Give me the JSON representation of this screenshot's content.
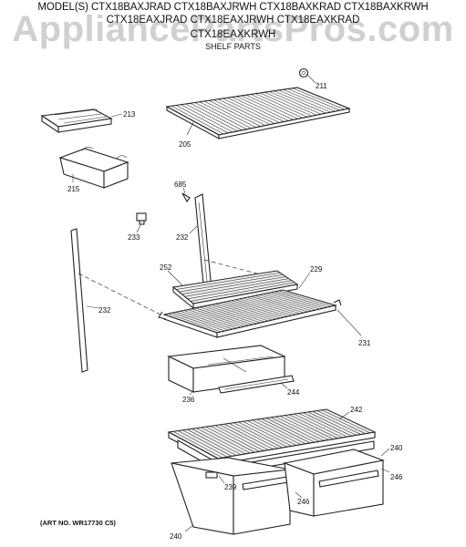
{
  "header": {
    "line1": "MODEL(S) CTX18BAXJRAD  CTX18BAXJRWH  CTX18BAXKRAD  CTX18BAXKRWH",
    "line2": "CTX18EAXJRAD  CTX18EAXJRWH  CTX18EAXKRAD",
    "line3": "CTX18EAXKRWH",
    "section": "SHELF PARTS"
  },
  "watermark": "AppliancePartsPros.com",
  "art_no": "(ART NO. WR17730 C5)",
  "callouts": {
    "p211": "211",
    "p213": "213",
    "p205": "205",
    "p215": "215",
    "p685": "685",
    "p233": "233",
    "p232a": "232",
    "p232b": "232",
    "p252": "252",
    "p229": "229",
    "p231": "231",
    "p236": "236",
    "p244": "244",
    "p242": "242",
    "p240a": "240",
    "p246a": "246",
    "p239": "239",
    "p246b": "246",
    "p240b": "240"
  }
}
